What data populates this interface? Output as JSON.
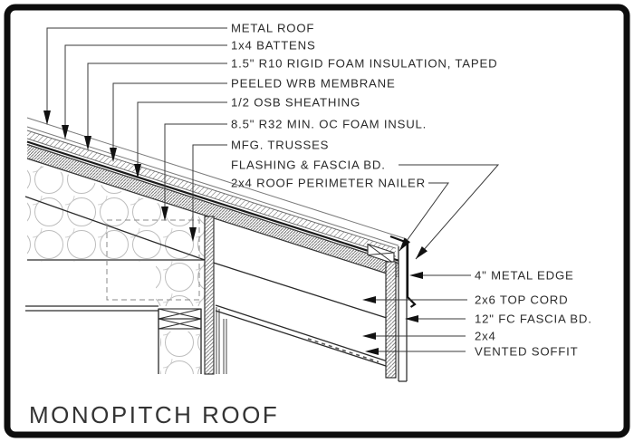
{
  "page": {
    "background": "#ffffff",
    "frame_color": "#0d0d0d",
    "ink_color": "#2a2a2a",
    "light_line_color": "#b4b4b4",
    "drawing_type": "roof construction section detail"
  },
  "title": "MONOPITCH ROOF",
  "callouts": {
    "left": [
      {
        "label": "METAL ROOF"
      },
      {
        "label": "1x4 BATTENS"
      },
      {
        "label": "1.5\" R10 RIGID FOAM INSULATION, TAPED"
      },
      {
        "label": "PEELED WRB MEMBRANE"
      },
      {
        "label": "1/2 OSB SHEATHING"
      },
      {
        "label": "8.5\" R32 MIN. OC FOAM INSUL."
      },
      {
        "label": "MFG. TRUSSES"
      },
      {
        "label": "FLASHING & FASCIA BD."
      },
      {
        "label": "2x4 ROOF PERIMETER NAILER"
      }
    ],
    "right": [
      {
        "label": "4\" METAL EDGE"
      },
      {
        "label": "2x6 TOP CORD"
      },
      {
        "label": "12\" FC FASCIA BD."
      },
      {
        "label": "2x4"
      },
      {
        "label": "VENTED SOFFIT"
      }
    ]
  }
}
